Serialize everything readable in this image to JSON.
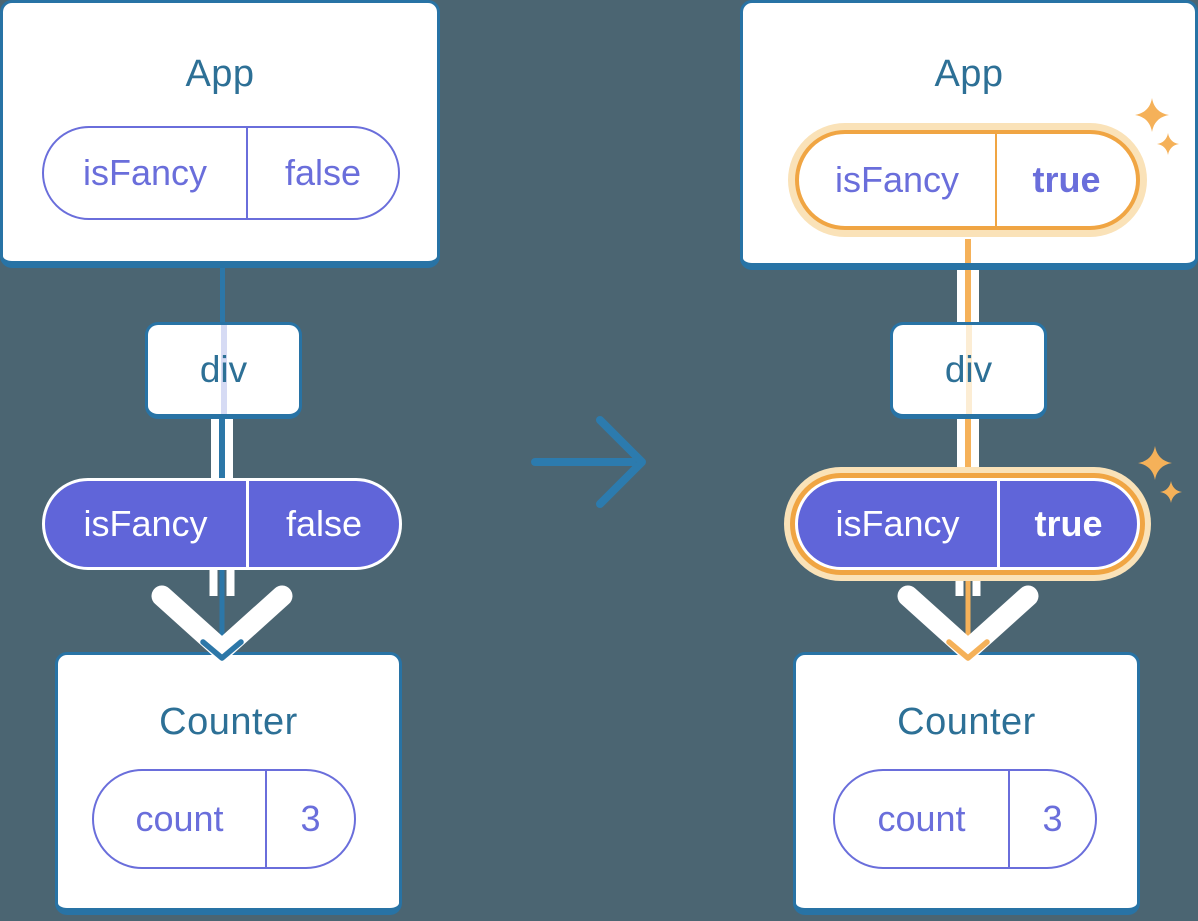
{
  "diagram": {
    "description": "component tree before and after prop change",
    "before": {
      "app_title": "App",
      "app_prop_name": "isFancy",
      "app_prop_value": "false",
      "div_label": "div",
      "pill_prop_name": "isFancy",
      "pill_prop_value": "false",
      "counter_title": "Counter",
      "counter_state_name": "count",
      "counter_state_value": "3"
    },
    "after": {
      "app_title": "App",
      "app_prop_name": "isFancy",
      "app_prop_value": "true",
      "div_label": "div",
      "pill_prop_name": "isFancy",
      "pill_prop_value": "true",
      "counter_title": "Counter",
      "counter_state_name": "count",
      "counter_state_value": "3"
    },
    "icons": {
      "transition": "arrow-right-icon",
      "flow": "arrow-down-icon",
      "highlight": "sparkles-icon"
    },
    "colors": {
      "background": "#4B6572",
      "card_fill": "#FFFFFF",
      "card_border": "#2873A5",
      "title_text": "#2D7096",
      "purple_outline": "#6A6EDB",
      "purple_fill": "#6065D9",
      "blue_connector": "#2C77A8",
      "orange_highlight": "#F0A543",
      "orange_line": "#F5B159",
      "cream_halo": "#FAE2B8",
      "stripe_lavender": "#D6DBF4",
      "stripe_cream": "#FCEDD4"
    }
  }
}
